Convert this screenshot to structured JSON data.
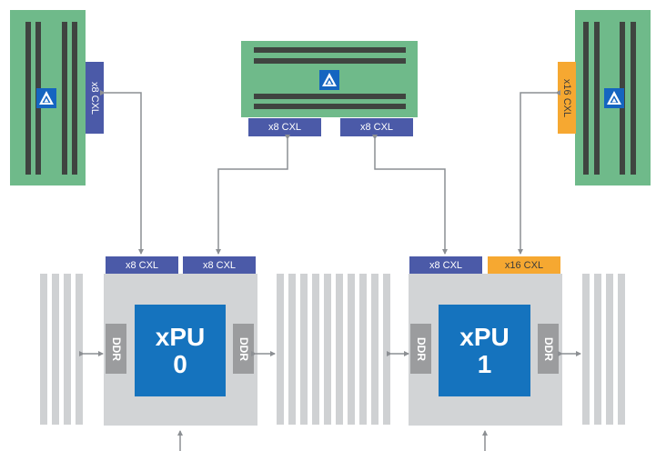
{
  "colors": {
    "card_green": "#6fba8a",
    "cxl_purple": "#4b5aa8",
    "cxl_orange": "#f6a831",
    "cpu_blue": "#1573be",
    "socket_gray": "#d2d4d6",
    "ddr_gray": "#9b9c9e",
    "wire": "#8c8f93"
  },
  "icons": {
    "card_logo": "triangle-logo-icon"
  },
  "cards": {
    "left": {
      "cxl_label": "x8 CXL"
    },
    "top": {
      "cxl_left_label": "x8 CXL",
      "cxl_right_label": "x8 CXL"
    },
    "right": {
      "cxl_label": "x16 CXL"
    }
  },
  "sockets": [
    {
      "xpu_label": "xPU",
      "index": "0",
      "cxl_left": "x8 CXL",
      "cxl_right": "x8 CXL",
      "ddr_left": "DDR",
      "ddr_right": "DDR"
    },
    {
      "xpu_label": "xPU",
      "index": "1",
      "cxl_left": "x8 CXL",
      "cxl_right": "x16 CXL",
      "ddr_left": "DDR",
      "ddr_right": "DDR"
    }
  ]
}
